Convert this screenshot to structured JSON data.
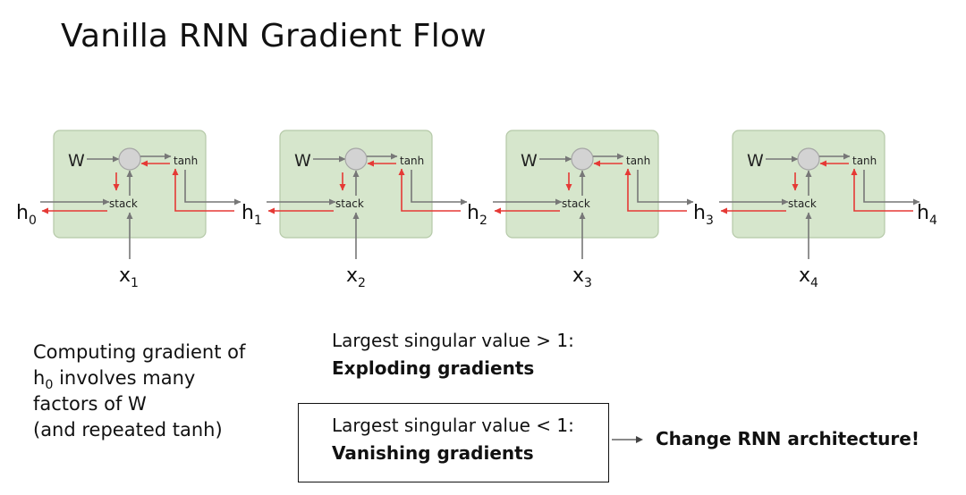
{
  "title": "Vanilla RNN Gradient Flow",
  "cells": [
    {
      "weight_label": "W",
      "nonlinearity_label": "tanh",
      "stack_label": "stack"
    },
    {
      "weight_label": "W",
      "nonlinearity_label": "tanh",
      "stack_label": "stack"
    },
    {
      "weight_label": "W",
      "nonlinearity_label": "tanh",
      "stack_label": "stack"
    },
    {
      "weight_label": "W",
      "nonlinearity_label": "tanh",
      "stack_label": "stack"
    }
  ],
  "hidden_states": [
    {
      "base": "h",
      "sub": "0"
    },
    {
      "base": "h",
      "sub": "1"
    },
    {
      "base": "h",
      "sub": "2"
    },
    {
      "base": "h",
      "sub": "3"
    },
    {
      "base": "h",
      "sub": "4"
    }
  ],
  "inputs": [
    {
      "base": "x",
      "sub": "1"
    },
    {
      "base": "x",
      "sub": "2"
    },
    {
      "base": "x",
      "sub": "3"
    },
    {
      "base": "x",
      "sub": "4"
    }
  ],
  "left_note": {
    "line1": "Computing gradient of",
    "line2_var": "h",
    "line2_sub": "0",
    "line2_rest": " involves many",
    "line3": "factors of W",
    "line4": "(and repeated tanh)"
  },
  "exploding": {
    "condition": "Largest singular value > 1:",
    "result": "Exploding gradients"
  },
  "vanishing": {
    "condition": "Largest singular value < 1:",
    "result": "Vanishing gradients"
  },
  "remedy": "Change RNN architecture!",
  "colors": {
    "cell_fill": "#d6e6cc",
    "cell_border": "#b5c9a8",
    "node_fill": "#d3d3d3",
    "forward_arrow": "#777777",
    "gradient_arrow": "#e53935",
    "text": "#111111"
  }
}
